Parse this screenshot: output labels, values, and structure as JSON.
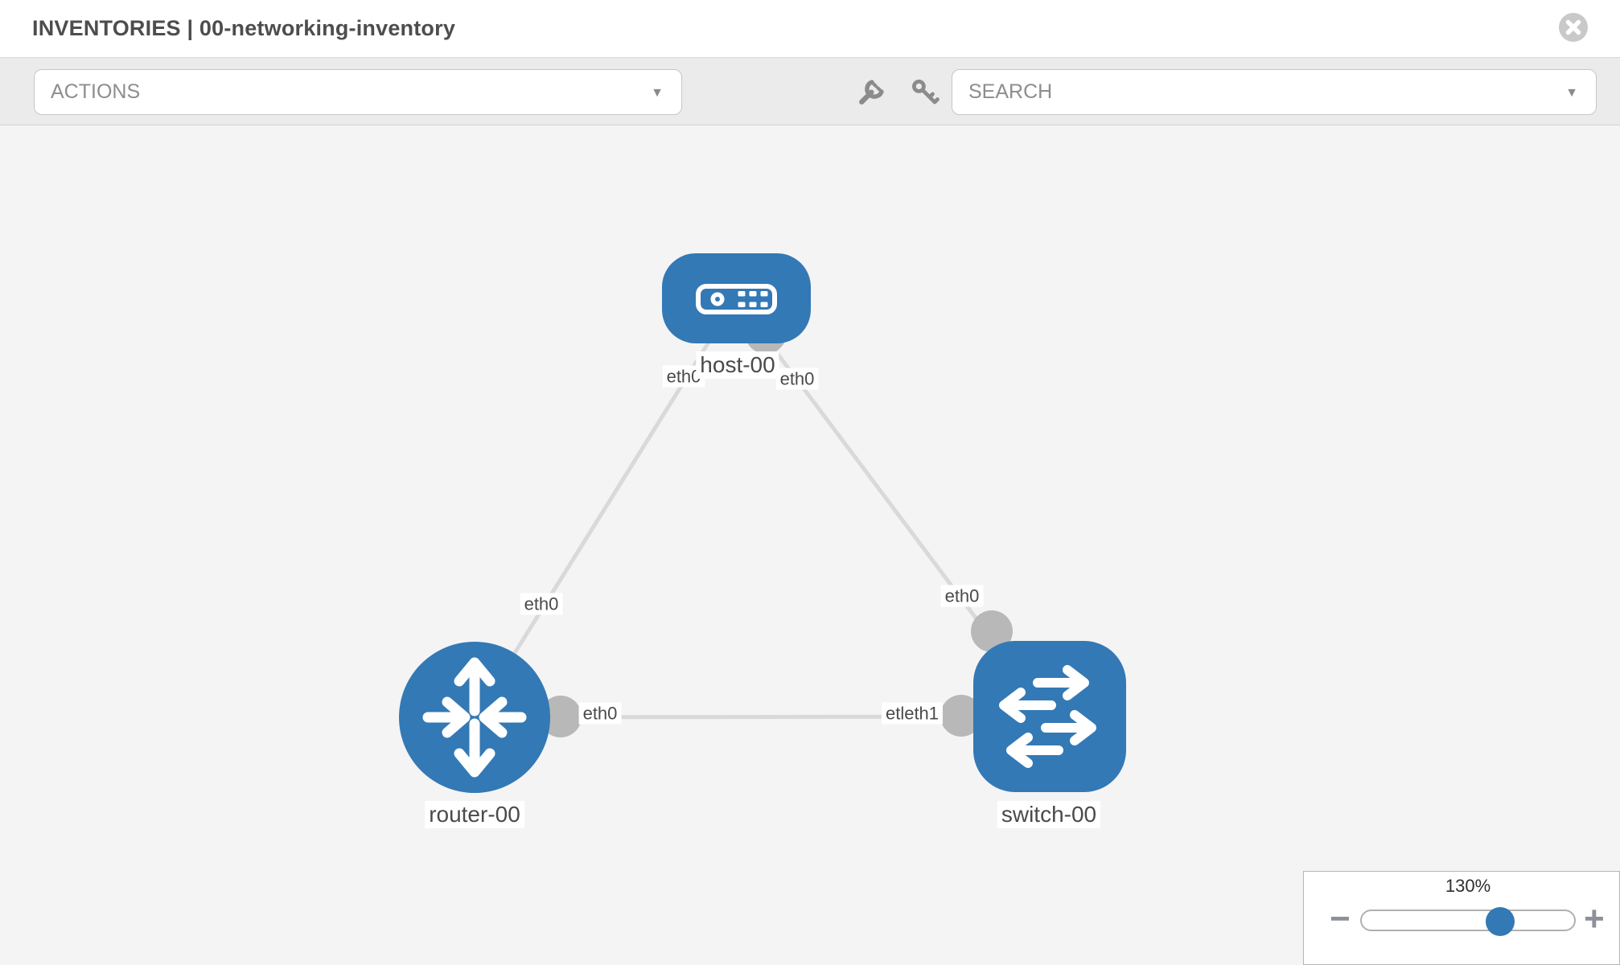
{
  "header": {
    "title": "INVENTORIES | 00-networking-inventory"
  },
  "toolbar": {
    "actions_label": "ACTIONS",
    "search_label": "SEARCH"
  },
  "diagram": {
    "nodes": {
      "host": {
        "label": "host-00",
        "type": "host"
      },
      "router": {
        "label": "router-00",
        "type": "router"
      },
      "switch": {
        "label": "switch-00",
        "type": "switch"
      }
    },
    "interfaces": {
      "host_left": "eth0",
      "host_right": "eth0",
      "router_link_top": "eth0",
      "router_right": "eth0",
      "switch_link_left": "etleth1",
      "switch_top": "eth0"
    }
  },
  "zoom_control": {
    "level": "130%",
    "zoom_out": "−",
    "zoom_in": "+"
  },
  "icons": {
    "caret": "▼"
  },
  "colors": {
    "node_blue": "#3379b5",
    "link_gray": "#d9d9d9",
    "connector_gray": "#b8b8b8",
    "canvas_bg": "#f4f4f4"
  }
}
